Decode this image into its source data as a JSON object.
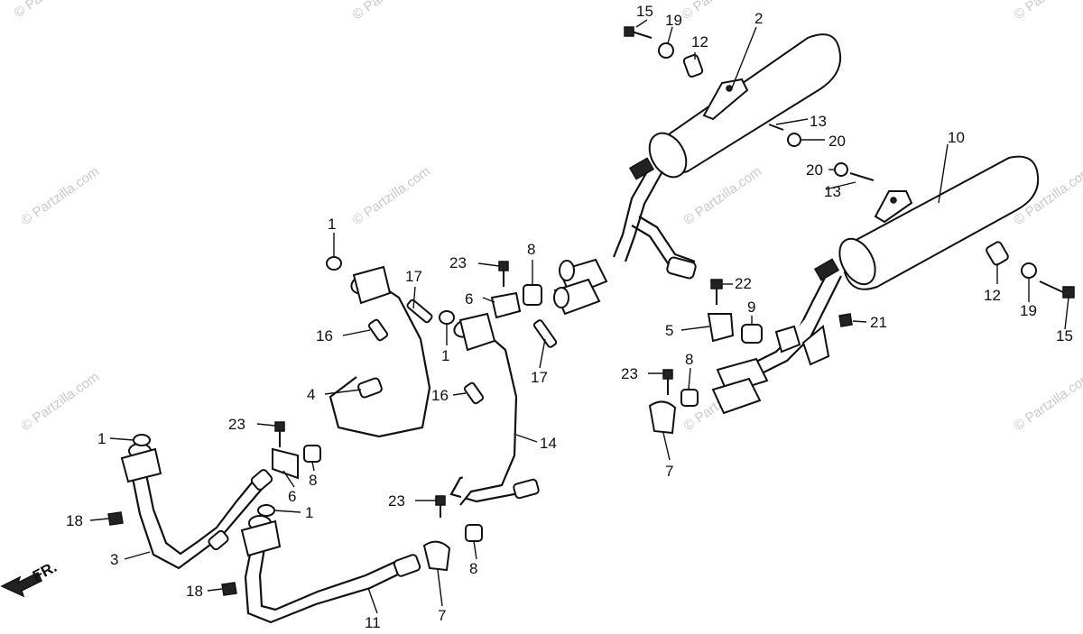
{
  "watermark": {
    "text": "© Partzilla.com",
    "color": "#c9c9c9"
  },
  "direction_marker": {
    "label": "FR."
  },
  "callouts": [
    {
      "id": "c1a",
      "label": "1"
    },
    {
      "id": "c1b",
      "label": "1"
    },
    {
      "id": "c1c",
      "label": "1"
    },
    {
      "id": "c1d",
      "label": "1"
    },
    {
      "id": "c2",
      "label": "2"
    },
    {
      "id": "c3",
      "label": "3"
    },
    {
      "id": "c4",
      "label": "4"
    },
    {
      "id": "c5",
      "label": "5"
    },
    {
      "id": "c6a",
      "label": "6"
    },
    {
      "id": "c6b",
      "label": "6"
    },
    {
      "id": "c7a",
      "label": "7"
    },
    {
      "id": "c7b",
      "label": "7"
    },
    {
      "id": "c8a",
      "label": "8"
    },
    {
      "id": "c8b",
      "label": "8"
    },
    {
      "id": "c8c",
      "label": "8"
    },
    {
      "id": "c8d",
      "label": "8"
    },
    {
      "id": "c9",
      "label": "9"
    },
    {
      "id": "c10",
      "label": "10"
    },
    {
      "id": "c11",
      "label": "11"
    },
    {
      "id": "c12a",
      "label": "12"
    },
    {
      "id": "c12b",
      "label": "12"
    },
    {
      "id": "c13a",
      "label": "13"
    },
    {
      "id": "c13b",
      "label": "13"
    },
    {
      "id": "c14",
      "label": "14"
    },
    {
      "id": "c15a",
      "label": "15"
    },
    {
      "id": "c15b",
      "label": "15"
    },
    {
      "id": "c16a",
      "label": "16"
    },
    {
      "id": "c16b",
      "label": "16"
    },
    {
      "id": "c17a",
      "label": "17"
    },
    {
      "id": "c17b",
      "label": "17"
    },
    {
      "id": "c18a",
      "label": "18"
    },
    {
      "id": "c18b",
      "label": "18"
    },
    {
      "id": "c19a",
      "label": "19"
    },
    {
      "id": "c19b",
      "label": "19"
    },
    {
      "id": "c20a",
      "label": "20"
    },
    {
      "id": "c20b",
      "label": "20"
    },
    {
      "id": "c21",
      "label": "21"
    },
    {
      "id": "c22",
      "label": "22"
    },
    {
      "id": "c23a",
      "label": "23"
    },
    {
      "id": "c23b",
      "label": "23"
    },
    {
      "id": "c23c",
      "label": "23"
    },
    {
      "id": "c23d",
      "label": "23"
    }
  ]
}
